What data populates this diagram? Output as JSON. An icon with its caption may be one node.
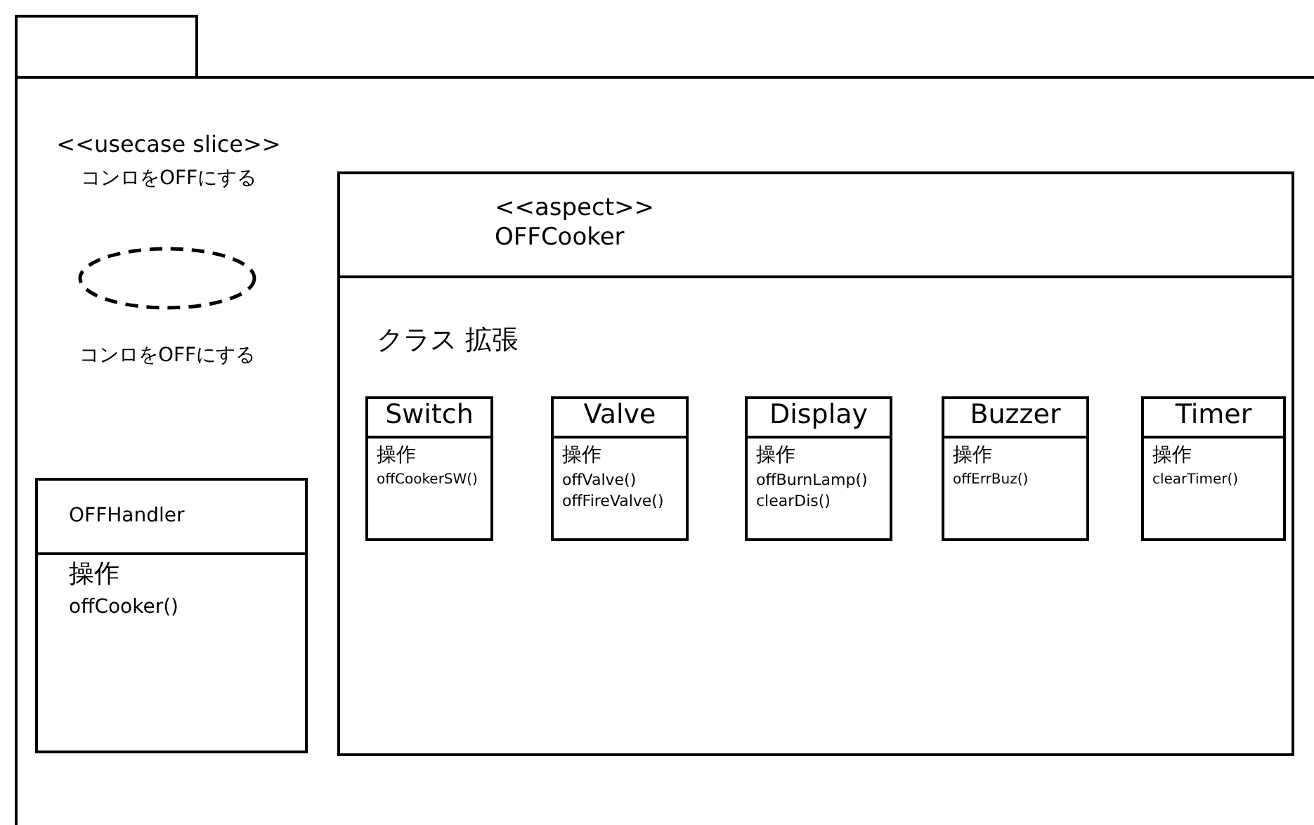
{
  "diagram": {
    "nodes": [
      {
        "text": [],
        "shape": "box"
      },
      {
        "text": [],
        "shape": "ellipse",
        "beside": [
          "コンロをOFFにする"
        ],
        "in": 0
      },
      {
        "text": [
          "OFFHandler",
          "操作",
          "offCooker()"
        ],
        "in": 0
      },
      {
        "text": [
          "<<aspect>>",
          "OFFCooker",
          "クラス 拡張"
        ],
        "in": 0
      },
      {
        "text": [
          "Switch",
          "操作",
          "offCookerSW()"
        ],
        "in": 3
      },
      {
        "text": [
          "Valve",
          "操作",
          "offValve()",
          "offFireValve()"
        ],
        "in": 3
      },
      {
        "text": [
          "Display",
          "操作",
          "offBurnLamp()",
          "clearDis()"
        ],
        "in": 3
      },
      {
        "text": [
          "Buzzer",
          "操作",
          "offErrBuz()"
        ],
        "in": 3
      },
      {
        "text": [
          "Timer",
          "操作",
          "clearTimer()"
        ],
        "in": 3
      }
    ],
    "edges": [],
    "labels": [
      "<<usecase slice>>",
      "コンロをOFFにする"
    ]
  }
}
